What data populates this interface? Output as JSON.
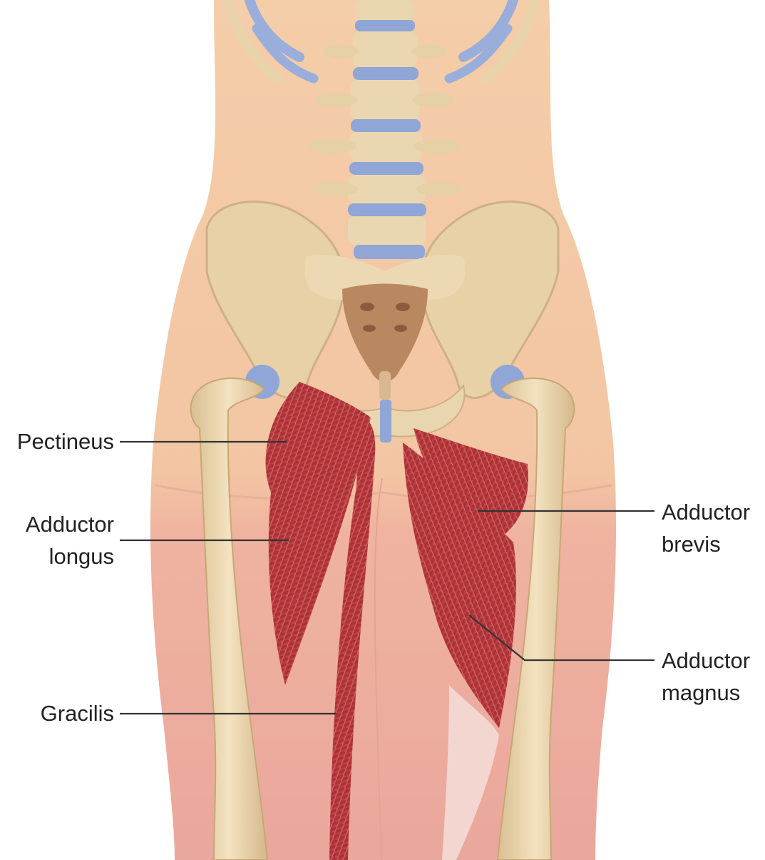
{
  "labels": {
    "pectineus": "Pectineus",
    "adductor_longus": [
      "Adductor",
      "longus"
    ],
    "gracilis": "Gracilis",
    "adductor_brevis": [
      "Adductor",
      "brevis"
    ],
    "adductor_magnus": [
      "Adductor",
      "magnus"
    ]
  },
  "colors": {
    "skin": "#f3c9a6",
    "bone": "#ecd8b2",
    "cartilage": "#8fa6d6",
    "sacrum": "#b98760",
    "muscle": "#b8383c",
    "label_line": "#333333"
  }
}
